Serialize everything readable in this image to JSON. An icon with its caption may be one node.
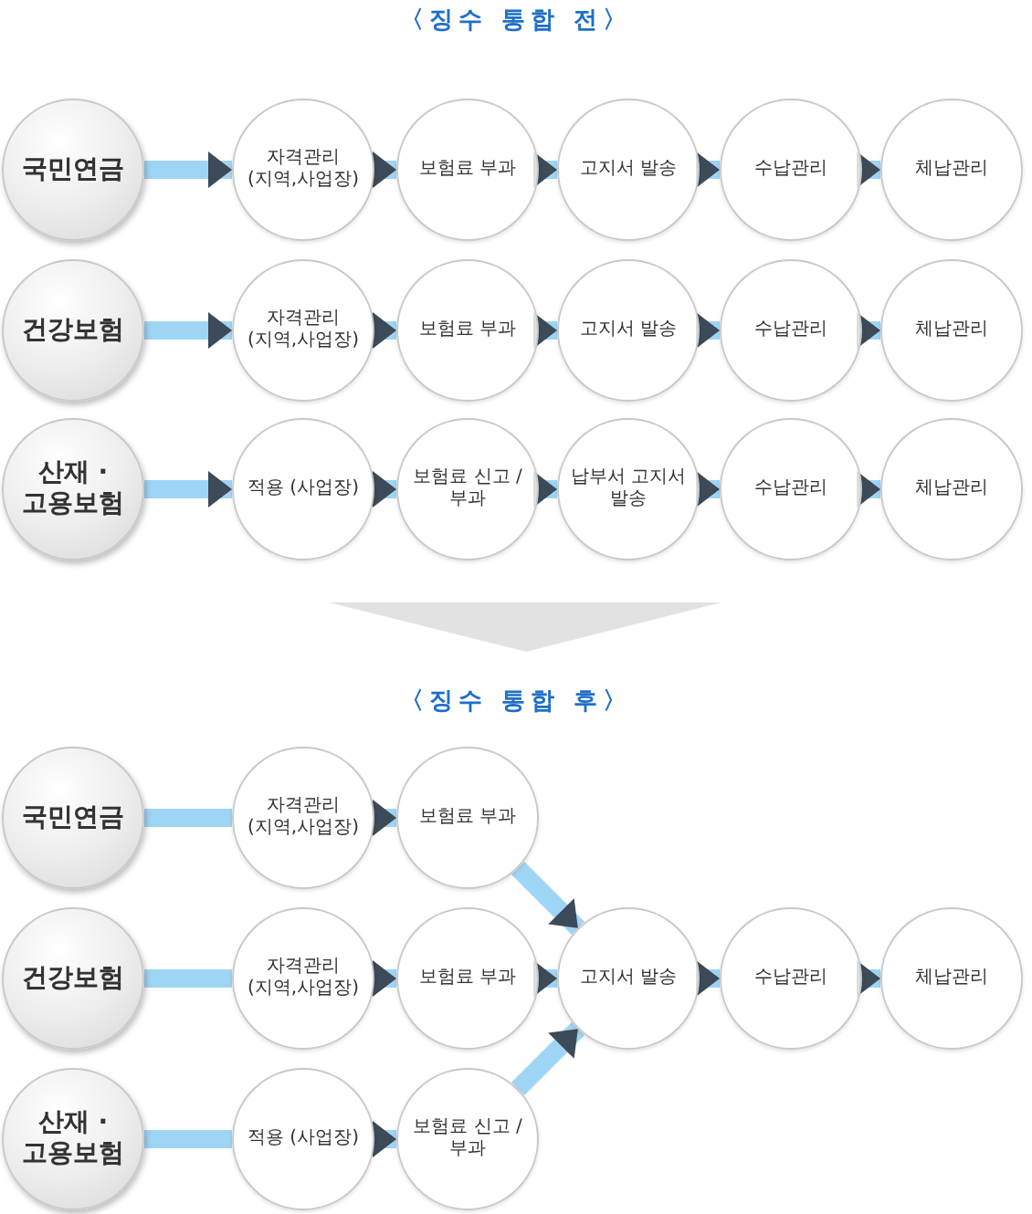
{
  "diagram": {
    "nodes": [
      {
        "text": [
          "국민연금"
        ]
      },
      {
        "text": [
          "자격관리 (지역,사업장)"
        ]
      },
      {
        "text": [
          "보험료 부과"
        ]
      },
      {
        "text": [
          "고지서 발송"
        ]
      },
      {
        "text": [
          "수납관리"
        ]
      },
      {
        "text": [
          "체납관리"
        ]
      },
      {
        "text": [
          "건강보험"
        ]
      },
      {
        "text": [
          "자격관리 (지역,사업장)"
        ]
      },
      {
        "text": [
          "보험료 부과"
        ]
      },
      {
        "text": [
          "고지서 발송"
        ]
      },
      {
        "text": [
          "수납관리"
        ]
      },
      {
        "text": [
          "체납관리"
        ]
      },
      {
        "text": [
          "산재 · 고용보험"
        ]
      },
      {
        "text": [
          "적용 (사업장)"
        ]
      },
      {
        "text": [
          "보험료 신고 / 부과"
        ]
      },
      {
        "text": [
          "납부서 고지서 발송"
        ]
      },
      {
        "text": [
          "수납관리"
        ]
      },
      {
        "text": [
          "체납관리"
        ]
      },
      {
        "text": [
          "국민연금"
        ]
      },
      {
        "text": [
          "자격관리 (지역,사업장)"
        ]
      },
      {
        "text": [
          "보험료 부과"
        ]
      },
      {
        "text": [
          "건강보험"
        ]
      },
      {
        "text": [
          "자격관리 (지역,사업장)"
        ]
      },
      {
        "text": [
          "보험료 부과"
        ]
      },
      {
        "text": [
          "고지서 발송"
        ]
      },
      {
        "text": [
          "수납관리"
        ]
      },
      {
        "text": [
          "체납관리"
        ]
      },
      {
        "text": [
          "산재 · 고용보험"
        ]
      },
      {
        "text": [
          "적용 (사업장)"
        ]
      },
      {
        "text": [
          "보험료 신고 / 부과"
        ]
      }
    ],
    "edges": [
      {
        "from": 0,
        "to": 1,
        "arrow": "to"
      },
      {
        "from": 1,
        "to": 2,
        "arrow": "to"
      },
      {
        "from": 2,
        "to": 3,
        "arrow": "to"
      },
      {
        "from": 3,
        "to": 4,
        "arrow": "to"
      },
      {
        "from": 4,
        "to": 5,
        "arrow": "to"
      },
      {
        "from": 6,
        "to": 7,
        "arrow": "to"
      },
      {
        "from": 7,
        "to": 8,
        "arrow": "to"
      },
      {
        "from": 8,
        "to": 9,
        "arrow": "to"
      },
      {
        "from": 9,
        "to": 10,
        "arrow": "to"
      },
      {
        "from": 10,
        "to": 11,
        "arrow": "to"
      },
      {
        "from": 12,
        "to": 13,
        "arrow": "to"
      },
      {
        "from": 13,
        "to": 14,
        "arrow": "to"
      },
      {
        "from": 14,
        "to": 15,
        "arrow": "to"
      },
      {
        "from": 15,
        "to": 16,
        "arrow": "to"
      },
      {
        "from": 16,
        "to": 17,
        "arrow": "to"
      },
      {
        "from": 18,
        "to": 19,
        "arrow": "none"
      },
      {
        "from": 19,
        "to": 20,
        "arrow": "to"
      },
      {
        "from": 20,
        "to": 24,
        "arrow": "to"
      },
      {
        "from": 21,
        "to": 22,
        "arrow": "none"
      },
      {
        "from": 22,
        "to": 23,
        "arrow": "to"
      },
      {
        "from": 23,
        "to": 24,
        "arrow": "to"
      },
      {
        "from": 24,
        "to": 25,
        "arrow": "to"
      },
      {
        "from": 25,
        "to": 26,
        "arrow": "to"
      },
      {
        "from": 27,
        "to": 28,
        "arrow": "none"
      },
      {
        "from": 28,
        "to": 29,
        "arrow": "to"
      },
      {
        "from": 29,
        "to": 24,
        "arrow": "to"
      }
    ],
    "labels": [
      "〈징수 통합 전〉",
      "〈징수 통합 후〉"
    ]
  }
}
